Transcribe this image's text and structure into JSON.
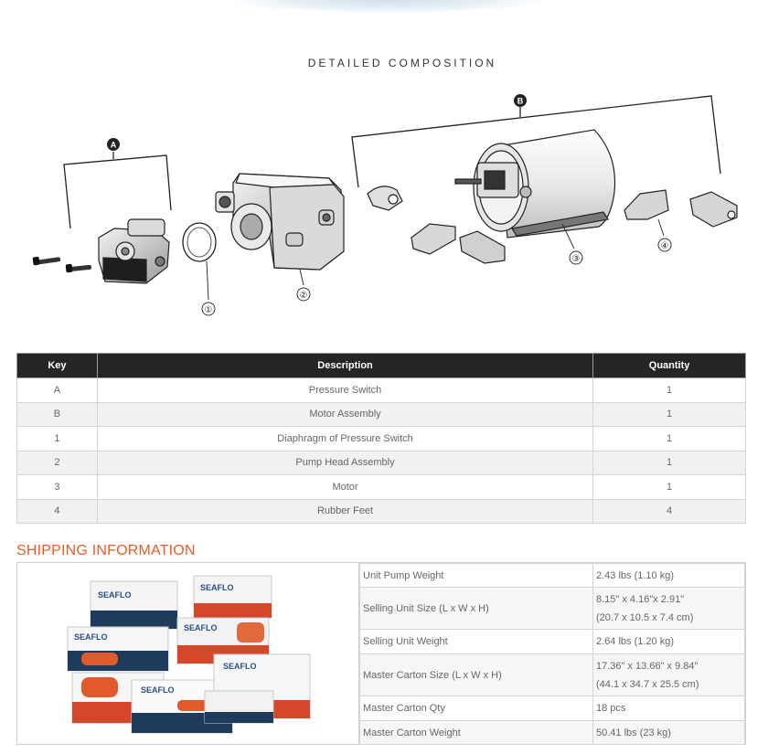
{
  "composition": {
    "title": "DETAILED COMPOSITION",
    "group_labels": [
      "A",
      "B"
    ],
    "callouts": [
      "①",
      "②",
      "③",
      "④"
    ]
  },
  "parts_table": {
    "headers": [
      "Key",
      "Description",
      "Quantity"
    ],
    "rows": [
      {
        "key": "A",
        "description": "Pressure Switch",
        "quantity": "1"
      },
      {
        "key": "B",
        "description": "Motor Assembly",
        "quantity": "1"
      },
      {
        "key": "1",
        "description": "Diaphragm of Pressure Switch",
        "quantity": "1"
      },
      {
        "key": "2",
        "description": "Pump Head Assembly",
        "quantity": "1"
      },
      {
        "key": "3",
        "description": "Motor",
        "quantity": "1"
      },
      {
        "key": "4",
        "description": "Rubber Feet",
        "quantity": "4"
      }
    ]
  },
  "shipping": {
    "title": "SHIPPING INFORMATION",
    "brand_text": "SEAFLO",
    "rows": [
      {
        "label": "Unit Pump Weight",
        "value": "2.43 lbs (1.10 kg)",
        "value2": ""
      },
      {
        "label": "Selling Unit Size (L x W x H)",
        "value": "8.15\" x 4.16\"x 2.91\"",
        "value2": "(20.7 x 10.5 x 7.4 cm)"
      },
      {
        "label": "Selling Unit Weight",
        "value": "2.64 lbs (1.20 kg)",
        "value2": ""
      },
      {
        "label": "Master Carton Size (L x W x H)",
        "value": "17.36\" x 13.66\" x 9.84\"",
        "value2": "(44.1 x 34.7 x 25.5 cm)"
      },
      {
        "label": "Master Carton Qty",
        "value": "18 pcs",
        "value2": ""
      },
      {
        "label": "Master Carton Weight",
        "value": "50.41 lbs (23 kg)",
        "value2": ""
      }
    ]
  },
  "colors": {
    "accent": "#ec5b26",
    "header_bg": "#252525"
  }
}
